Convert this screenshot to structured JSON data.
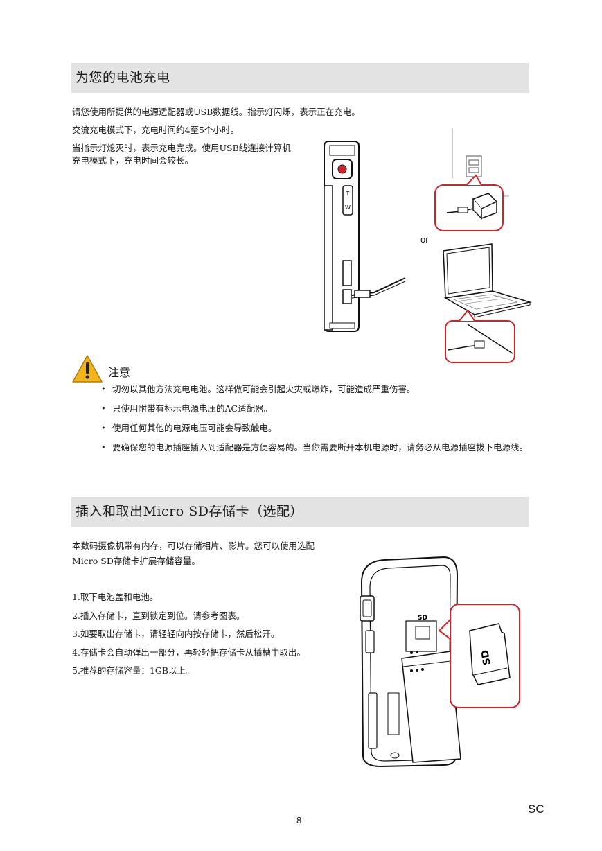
{
  "section1": {
    "title": "为您的电池充电",
    "paragraphs": [
      "请您使用所提供的电源适配器或USB数据线。指示灯闪烁，表示正在充电。",
      "交流充电模式下，充电时间约4至5个小时。",
      "当指示灯熄灭时，表示充电完成。使用USB线连接计算机",
      "充电模式下，充电时间会较长。"
    ],
    "or_label": "or"
  },
  "caution": {
    "title": "注意",
    "items": [
      "切勿以其他方法充电电池。这样做可能会引起火灾或爆炸，可能造成严重伤害。",
      "只使用附带有标示电源电压的AC适配器。",
      "使用任何其他的电源电压可能会导致触电。",
      "要确保您的电源插座插入到适配器是方便容易的。当你需要断开本机电源时，请务必从电源插座拔下电源线。"
    ]
  },
  "section2": {
    "title": "插入和取出Micro SD存储卡（选配）",
    "intro": [
      "本数码摄像机带有内存，可以存储相片、影片。您可以使用选配",
      "Micro SD存储卡扩展存储容量。"
    ],
    "steps": [
      "1.取下电池盖和电池。",
      "2.插入存储卡，直到锁定到位。请参考图表。",
      "3.如要取出存储卡，请轻轻向内按存储卡，然后松开。",
      "4.存储卡会自动弹出一部分，再轻轻把存储卡从插槽中取出。",
      "5.推荐的存储容量：1GB以上。"
    ]
  },
  "footer": {
    "page_number": "8",
    "language_code": "SC"
  },
  "colors": {
    "header_bg": "#e3e3e3",
    "callout_border": "#d0242a",
    "record_button": "#d0242a",
    "warning_yellow": "#f2b41b"
  },
  "icons": [
    "warning-icon",
    "camcorder-side-illustration",
    "power-adapter-illustration",
    "laptop-illustration",
    "sd-card-illustration"
  ]
}
